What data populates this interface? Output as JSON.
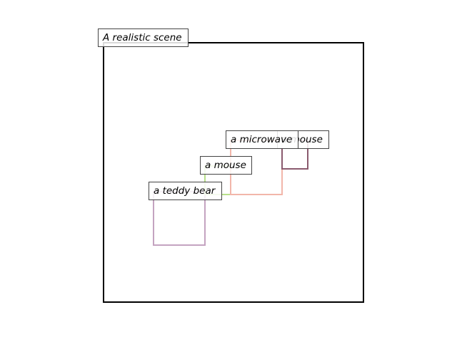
{
  "scene": {
    "title": "A realistic scene"
  },
  "objects": [
    {
      "label": "a teddy bear",
      "color": "#c4a3c0"
    },
    {
      "label": "a mouse",
      "color": "#b8e08a"
    },
    {
      "label": "a microwave",
      "color": "#f2b6aa"
    },
    {
      "label": "a mouse",
      "color": "#8a5a6e"
    }
  ]
}
